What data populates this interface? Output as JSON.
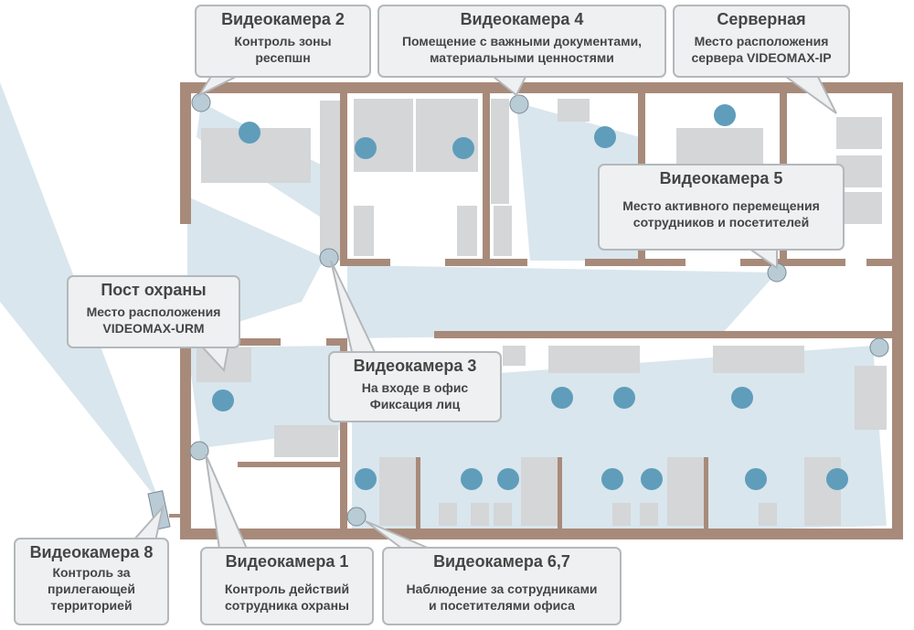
{
  "colors": {
    "wall": "#a88a7a",
    "callout_bg": "#eef0f1",
    "callout_border": "#b4b8bb",
    "view_cone": "#c9dce6",
    "chair": "#5f9dbb",
    "furniture": "#d4d6d8",
    "text": "#454545"
  },
  "callouts": {
    "cam2": {
      "title": "Видеокамера 2",
      "lines": [
        "Контроль зоны",
        "ресепшн"
      ]
    },
    "cam4": {
      "title": "Видеокамера 4",
      "lines": [
        "Помещение с важными документами,",
        "материальными ценностями"
      ]
    },
    "server": {
      "title": "Серверная",
      "lines": [
        "Место расположения",
        "сервера VIDEOMAX-IP"
      ]
    },
    "cam5": {
      "title": "Видеокамера 5",
      "lines": [
        "Место активного перемещения",
        "сотрудников и посетителей"
      ]
    },
    "guard": {
      "title": "Пост охраны",
      "lines": [
        "Место расположения",
        "VIDEOMAX-URM"
      ]
    },
    "cam3": {
      "title": "Видеокамера 3",
      "lines": [
        "На входе в офис",
        "Фиксация лиц"
      ]
    },
    "cam8": {
      "title": "Видеокамера 8",
      "lines": [
        "Контроль за",
        "прилегающей",
        "территорией"
      ]
    },
    "cam1": {
      "title": "Видеокамера 1",
      "lines": [
        "Контроль действий",
        "сотрудника охраны"
      ]
    },
    "cam67": {
      "title": "Видеокамера 6,7",
      "lines": [
        "Наблюдение за сотрудниками",
        "и посетителями офиса"
      ]
    }
  }
}
